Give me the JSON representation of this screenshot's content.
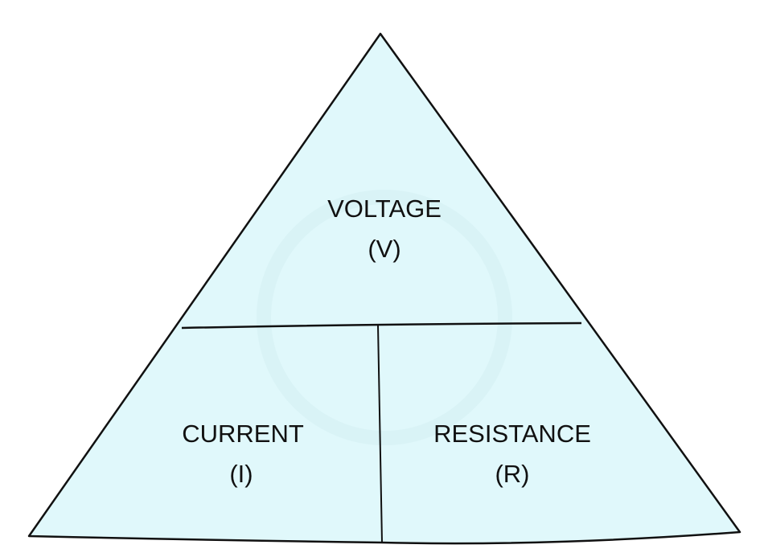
{
  "diagram": {
    "fill_color": "#e0f8fb",
    "stroke_color": "#111111",
    "sections": {
      "top": {
        "name": "VOLTAGE",
        "symbol": "(V)"
      },
      "bottom_left": {
        "name": "CURRENT",
        "symbol": "(I)"
      },
      "bottom_right": {
        "name": "RESISTANCE",
        "symbol": "(R)"
      }
    }
  }
}
